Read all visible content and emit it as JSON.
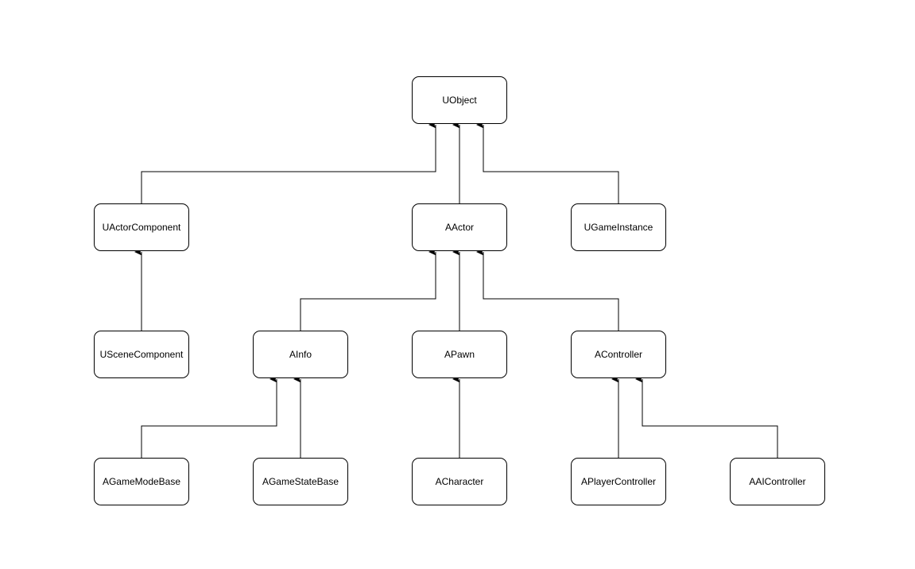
{
  "diagram": {
    "type": "class-inheritance-tree",
    "line_color": "#000000",
    "node_border_color": "#000000",
    "background_color": "#ffffff",
    "nodes": {
      "uobject": "UObject",
      "uactorcomponent": "UActorComponent",
      "aactor": "AActor",
      "ugameinstance": "UGameInstance",
      "uscenecomponent": "USceneComponent",
      "ainfo": "AInfo",
      "apawn": "APawn",
      "acontroller": "AController",
      "agamemodebase": "AGameModeBase",
      "agamestatebase": "AGameStateBase",
      "acharacter": "ACharacter",
      "aplayercontroller": "APlayerController",
      "aaicontroller": "AAIController"
    },
    "edges": [
      {
        "from": "uactorcomponent",
        "to": "uobject"
      },
      {
        "from": "aactor",
        "to": "uobject"
      },
      {
        "from": "ugameinstance",
        "to": "uobject"
      },
      {
        "from": "uscenecomponent",
        "to": "uactorcomponent"
      },
      {
        "from": "ainfo",
        "to": "aactor"
      },
      {
        "from": "apawn",
        "to": "aactor"
      },
      {
        "from": "acontroller",
        "to": "aactor"
      },
      {
        "from": "agamemodebase",
        "to": "ainfo"
      },
      {
        "from": "agamestatebase",
        "to": "ainfo"
      },
      {
        "from": "acharacter",
        "to": "apawn"
      },
      {
        "from": "aplayercontroller",
        "to": "acontroller"
      },
      {
        "from": "aaicontroller",
        "to": "acontroller"
      }
    ]
  }
}
